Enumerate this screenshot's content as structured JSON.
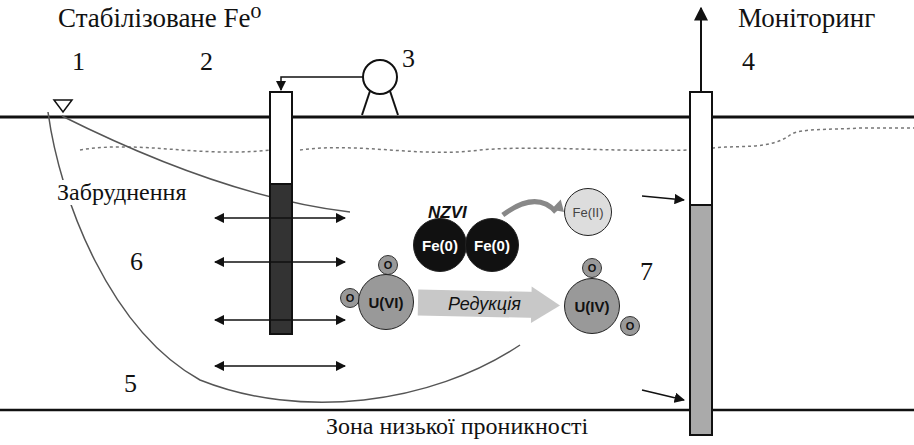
{
  "diagram": {
    "nodes": [
      {
        "text": [
          "Fe(0)"
        ]
      },
      {
        "text": [
          "Fe(0)"
        ]
      },
      {
        "text": [
          "Fe(II)"
        ]
      },
      {
        "text": [
          "O"
        ]
      },
      {
        "text": [
          "O"
        ]
      },
      {
        "text": [
          "U(VI)"
        ]
      },
      {
        "text": [
          "O"
        ]
      },
      {
        "text": [
          "U(IV)"
        ]
      },
      {
        "text": [
          "O"
        ]
      }
    ],
    "edges": [
      {
        "from": 1,
        "to": 2,
        "arrow": "to"
      },
      {
        "from": 5,
        "to": 7,
        "label": "Редукція",
        "arrow": "to"
      }
    ],
    "labels": [
      "Стабілізоване Fe⁰",
      "Моніторинг",
      "1",
      "2",
      "3",
      "4",
      "Забруднення",
      "6",
      "7",
      "5",
      "NZVI",
      "Зона низької проникності"
    ]
  }
}
